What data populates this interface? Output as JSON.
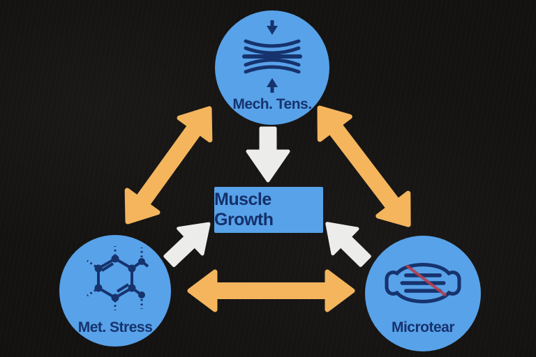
{
  "diagram": {
    "center": {
      "label": "Muscle Growth",
      "fill": "#58a2e9",
      "text_color": "#14306b"
    },
    "nodes": [
      {
        "id": "mech-tension",
        "label": "Mech. Tens.",
        "icon": "compression-arrows-icon",
        "fill": "#58a2e9"
      },
      {
        "id": "met-stress",
        "label": "Met. Stress",
        "icon": "molecule-icon",
        "fill": "#58a2e9"
      },
      {
        "id": "microtear",
        "label": "Microtear",
        "icon": "torn-muscle-icon",
        "fill": "#58a2e9"
      }
    ],
    "arrows": [
      {
        "from": "mech-tension",
        "to": "met-stress",
        "style": "double-headed",
        "color": "#f4b55d"
      },
      {
        "from": "mech-tension",
        "to": "microtear",
        "style": "double-headed",
        "color": "#f4b55d"
      },
      {
        "from": "met-stress",
        "to": "microtear",
        "style": "double-headed",
        "color": "#f4b55d"
      },
      {
        "from": "mech-tension",
        "to": "muscle-growth",
        "style": "single",
        "color": "#ececea"
      },
      {
        "from": "met-stress",
        "to": "muscle-growth",
        "style": "single",
        "color": "#ececea"
      },
      {
        "from": "microtear",
        "to": "muscle-growth",
        "style": "single",
        "color": "#ececea"
      }
    ],
    "colors": {
      "background": "#121110",
      "node_fill": "#58a2e9",
      "icon_navy": "#16336e",
      "arrow_orange": "#f4b55d",
      "arrow_white": "#ececea",
      "tear_red": "#b5404e"
    }
  }
}
